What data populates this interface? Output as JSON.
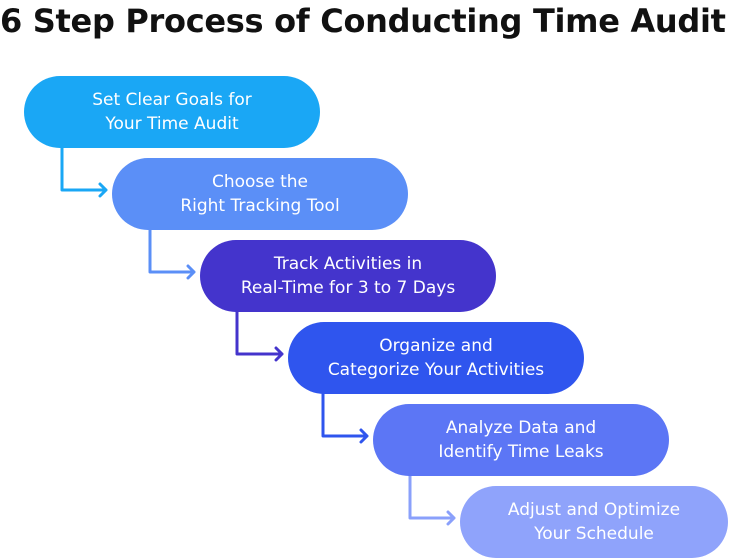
{
  "title": "6 Step Process of Conducting Time Audit",
  "steps": [
    {
      "line1": "Set Clear Goals for",
      "line2": "Your Time Audit",
      "color": "#1aa7f5",
      "connector": "#1aa7f5"
    },
    {
      "line1": "Choose the",
      "line2": "Right Tracking Tool",
      "color": "#5b8ff7",
      "connector": "#5b8ff7"
    },
    {
      "line1": "Track Activities in",
      "line2": "Real-Time for 3 to 7 Days",
      "color": "#4434cc",
      "connector": "#4434cc"
    },
    {
      "line1": "Organize and",
      "line2": "Categorize Your Activities",
      "color": "#2f55ee",
      "connector": "#2f55ee"
    },
    {
      "line1": "Analyze Data and",
      "line2": "Identify Time Leaks",
      "color": "#5c76f5",
      "connector": "#8aa0fb"
    },
    {
      "line1": "Adjust and Optimize",
      "line2": "Your Schedule",
      "color": "#8fa3fb",
      "connector": "#8fa3fb"
    }
  ]
}
